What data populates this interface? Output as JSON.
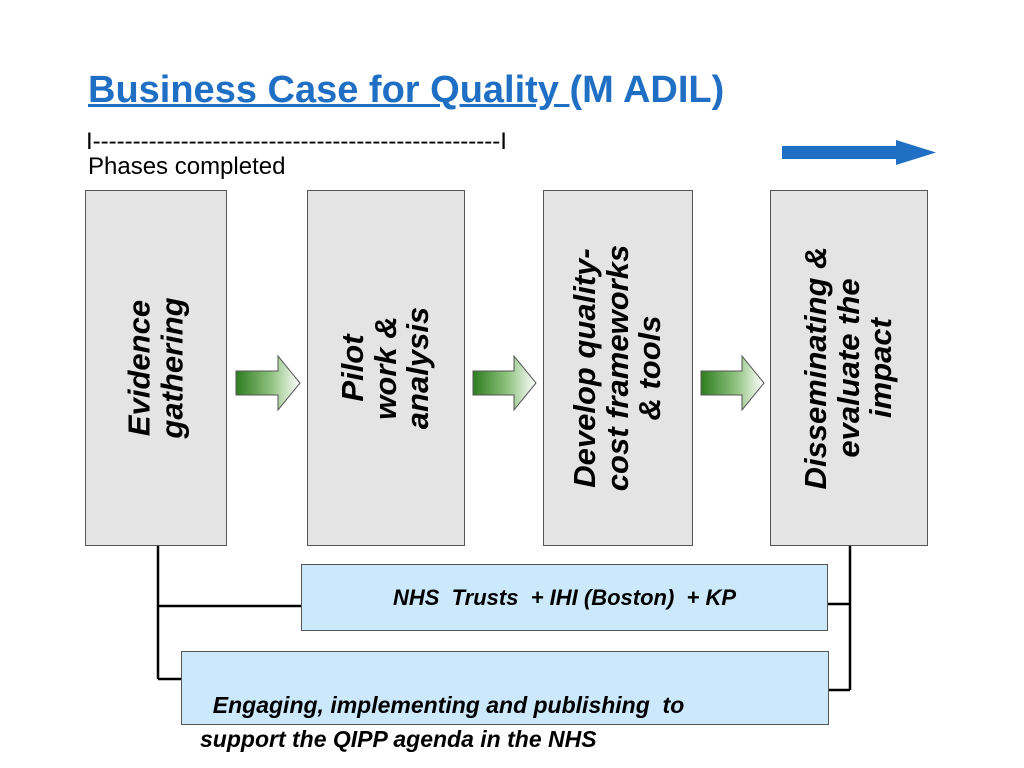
{
  "slide": {
    "title_link": "Business Case for Quality ",
    "title_suffix": "(M ADIL)",
    "progress_line": "I---------------------------------------------------I",
    "phases_label": "Phases completed",
    "phases": [
      {
        "label": "Evidence\ngathering"
      },
      {
        "label": "Pilot\nwork &\nanalysis"
      },
      {
        "label": "Develop quality-\ncost frameworks\n& tools"
      },
      {
        "label": "Disseminating &\nevaluate the\nimpact"
      }
    ],
    "partners": "NHS  Trusts  + IHI (Boston)  + KP",
    "engagement": "Engaging, implementing and publishing  to\nsupport the QIPP agenda in the NHS",
    "colors": {
      "title": "#1f6fc4",
      "direction_arrow": "#1f6fc4",
      "phase_fill": "#e4e4e4",
      "info_fill": "#cce8fb",
      "arrow_green": "#2e7d1f"
    }
  }
}
